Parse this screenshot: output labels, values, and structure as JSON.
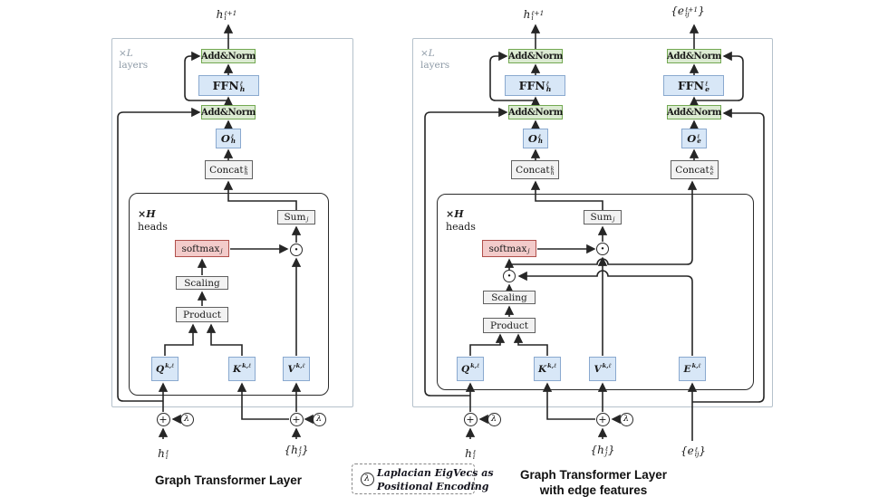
{
  "figure": {
    "left": {
      "output": {
        "pre": "",
        "base": "h",
        "sub": "i",
        "sup": "ℓ+1",
        "post": ""
      },
      "layers_tag": {
        "times": "×L",
        "word": "layers"
      },
      "heads_tag": {
        "times": "×H",
        "word": "heads"
      },
      "addnorm": "Add&Norm",
      "ffn": {
        "base": "FFN",
        "sub": "h",
        "sup": "ℓ"
      },
      "o": {
        "base": "O",
        "sub": "h",
        "sup": "ℓ"
      },
      "concat": {
        "base": "Concat",
        "sub": "h",
        "sup": "k"
      },
      "sum": {
        "base": "Sum",
        "sub": "j"
      },
      "softmax": {
        "base": "softmax",
        "sub": "j"
      },
      "scaling": "Scaling",
      "product": "Product",
      "q": {
        "base": "Q",
        "sup": "k,ℓ"
      },
      "k": {
        "base": "K",
        "sup": "k,ℓ"
      },
      "v": {
        "base": "V",
        "sup": "k,ℓ"
      },
      "dot_op": "·",
      "plus_op": "+",
      "lambda_op": "λ",
      "input_hi": {
        "pre": "",
        "base": "h",
        "sub": "i",
        "sup": "ℓ",
        "post": ""
      },
      "input_hj": {
        "pre": "{",
        "base": "h",
        "sub": "j",
        "sup": "ℓ",
        "post": "}"
      },
      "caption": "Graph Transformer Layer"
    },
    "right": {
      "output_h": {
        "pre": "",
        "base": "h",
        "sub": "i",
        "sup": "ℓ+1",
        "post": ""
      },
      "output_e": {
        "pre": "{",
        "base": "e",
        "sub": "ij",
        "sup": "ℓ+1",
        "post": "}"
      },
      "layers_tag": {
        "times": "×L",
        "word": "layers"
      },
      "heads_tag": {
        "times": "×H",
        "word": "heads"
      },
      "addnorm": "Add&Norm",
      "ffn_h": {
        "base": "FFN",
        "sub": "h",
        "sup": "ℓ"
      },
      "ffn_e": {
        "base": "FFN",
        "sub": "e",
        "sup": "ℓ"
      },
      "o_h": {
        "base": "O",
        "sub": "h",
        "sup": "ℓ"
      },
      "o_e": {
        "base": "O",
        "sub": "e",
        "sup": "ℓ"
      },
      "concat_h": {
        "base": "Concat",
        "sub": "h",
        "sup": "k"
      },
      "concat_e": {
        "base": "Concat",
        "sub": "e",
        "sup": "k"
      },
      "sum": {
        "base": "Sum",
        "sub": "j"
      },
      "softmax": {
        "base": "softmax",
        "sub": "j"
      },
      "scaling": "Scaling",
      "product": "Product",
      "q": {
        "base": "Q",
        "sup": "k,ℓ"
      },
      "k": {
        "base": "K",
        "sup": "k,ℓ"
      },
      "v": {
        "base": "V",
        "sup": "k,ℓ"
      },
      "e": {
        "base": "E",
        "sup": "k,ℓ"
      },
      "dot_op": "·",
      "plus_op": "+",
      "lambda_op": "λ",
      "input_hi": {
        "pre": "",
        "base": "h",
        "sub": "i",
        "sup": "ℓ",
        "post": ""
      },
      "input_hj": {
        "pre": "{",
        "base": "h",
        "sub": "j",
        "sup": "ℓ",
        "post": "}"
      },
      "input_eij": {
        "pre": "{",
        "base": "e",
        "sub": "ij",
        "sup": "ℓ",
        "post": "}"
      },
      "caption_line1": "Graph Transformer Layer",
      "caption_line2": "with edge features"
    },
    "legend": {
      "lambda_op": "λ",
      "line1": "Laplacian EigVecs as",
      "line2": "Positional Encoding"
    }
  }
}
